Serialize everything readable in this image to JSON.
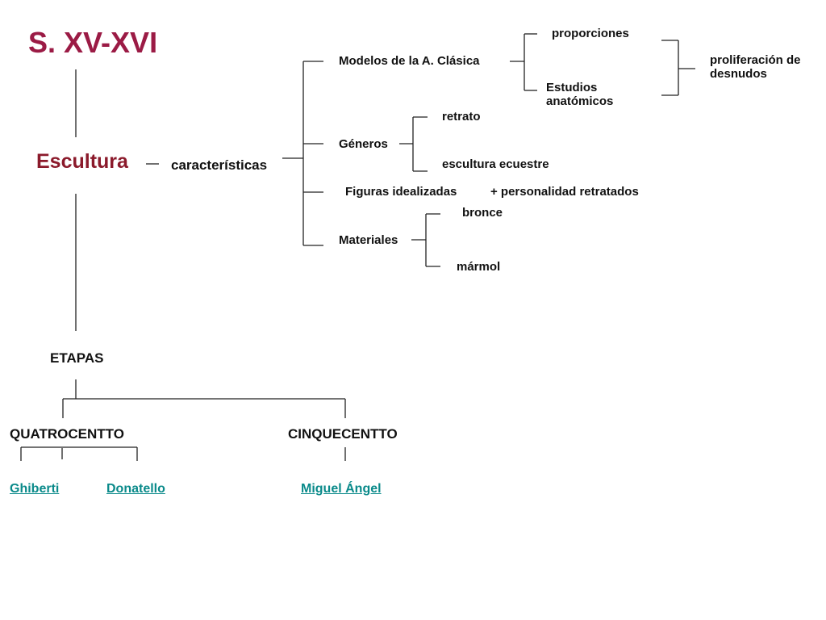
{
  "title": "S. XV-XVI",
  "root": "Escultura",
  "caracteristicas": {
    "label": "características",
    "modelos": "Modelos de la A. Clásica",
    "proporciones": "proporciones",
    "estudios": "Estudios anatómicos",
    "proliferacion": "proliferación de desnudos",
    "generos": "Géneros",
    "retrato": "retrato",
    "ecuestre": "escultura ecuestre",
    "figuras": "Figuras idealizadas",
    "personalidad": "+ personalidad retratados",
    "materiales": "Materiales",
    "bronce": "bronce",
    "marmol": "mármol"
  },
  "etapas": {
    "label": "ETAPAS",
    "quatrocento": "QUATROCENTTO",
    "cinquecento": "CINQUECENTTO",
    "ghiberti": "Ghiberti",
    "donatello": "Donatello",
    "miguel_angel": "Miguel Ángel"
  },
  "colors": {
    "title": "#9b1b45",
    "root": "#8b1a2b",
    "link": "#0a8a8a"
  }
}
